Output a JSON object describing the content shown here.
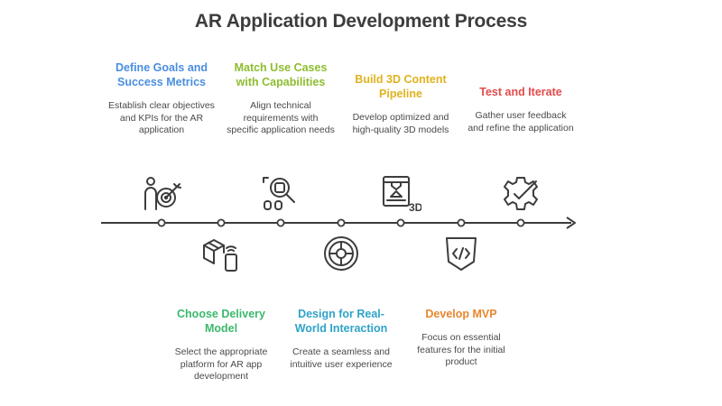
{
  "title": "AR Application Development Process",
  "steps": [
    {
      "title": "Define Goals and Success Metrics",
      "description": "Establish clear objectives and KPIs for the AR application",
      "color": "#4a8ee0",
      "icon": "target-person-icon"
    },
    {
      "title": "Choose Delivery Model",
      "description": "Select the appropriate platform for AR app development",
      "color": "#3cb86c",
      "icon": "box-device-icon"
    },
    {
      "title": "Match Use Cases with Capabilities",
      "description": "Align technical requirements with specific application needs",
      "color": "#8dbd2e",
      "icon": "search-grid-icon"
    },
    {
      "title": "Design for Real-World Interaction",
      "description": "Create a seamless and intuitive user experience",
      "color": "#2fa3c8",
      "icon": "circle-target-icon"
    },
    {
      "title": "Build 3D Content Pipeline",
      "description": "Develop optimized and high-quality 3D models",
      "color": "#e0b21e",
      "icon": "printer-3d-icon"
    },
    {
      "title": "Develop MVP",
      "description": "Focus on essential features for the initial product",
      "color": "#e8862e",
      "icon": "code-shield-icon"
    },
    {
      "title": "Test and Iterate",
      "description": "Gather user feedback and refine the application",
      "color": "#e24b4b",
      "icon": "gear-check-icon"
    }
  ],
  "icon_3d_label": "3D"
}
